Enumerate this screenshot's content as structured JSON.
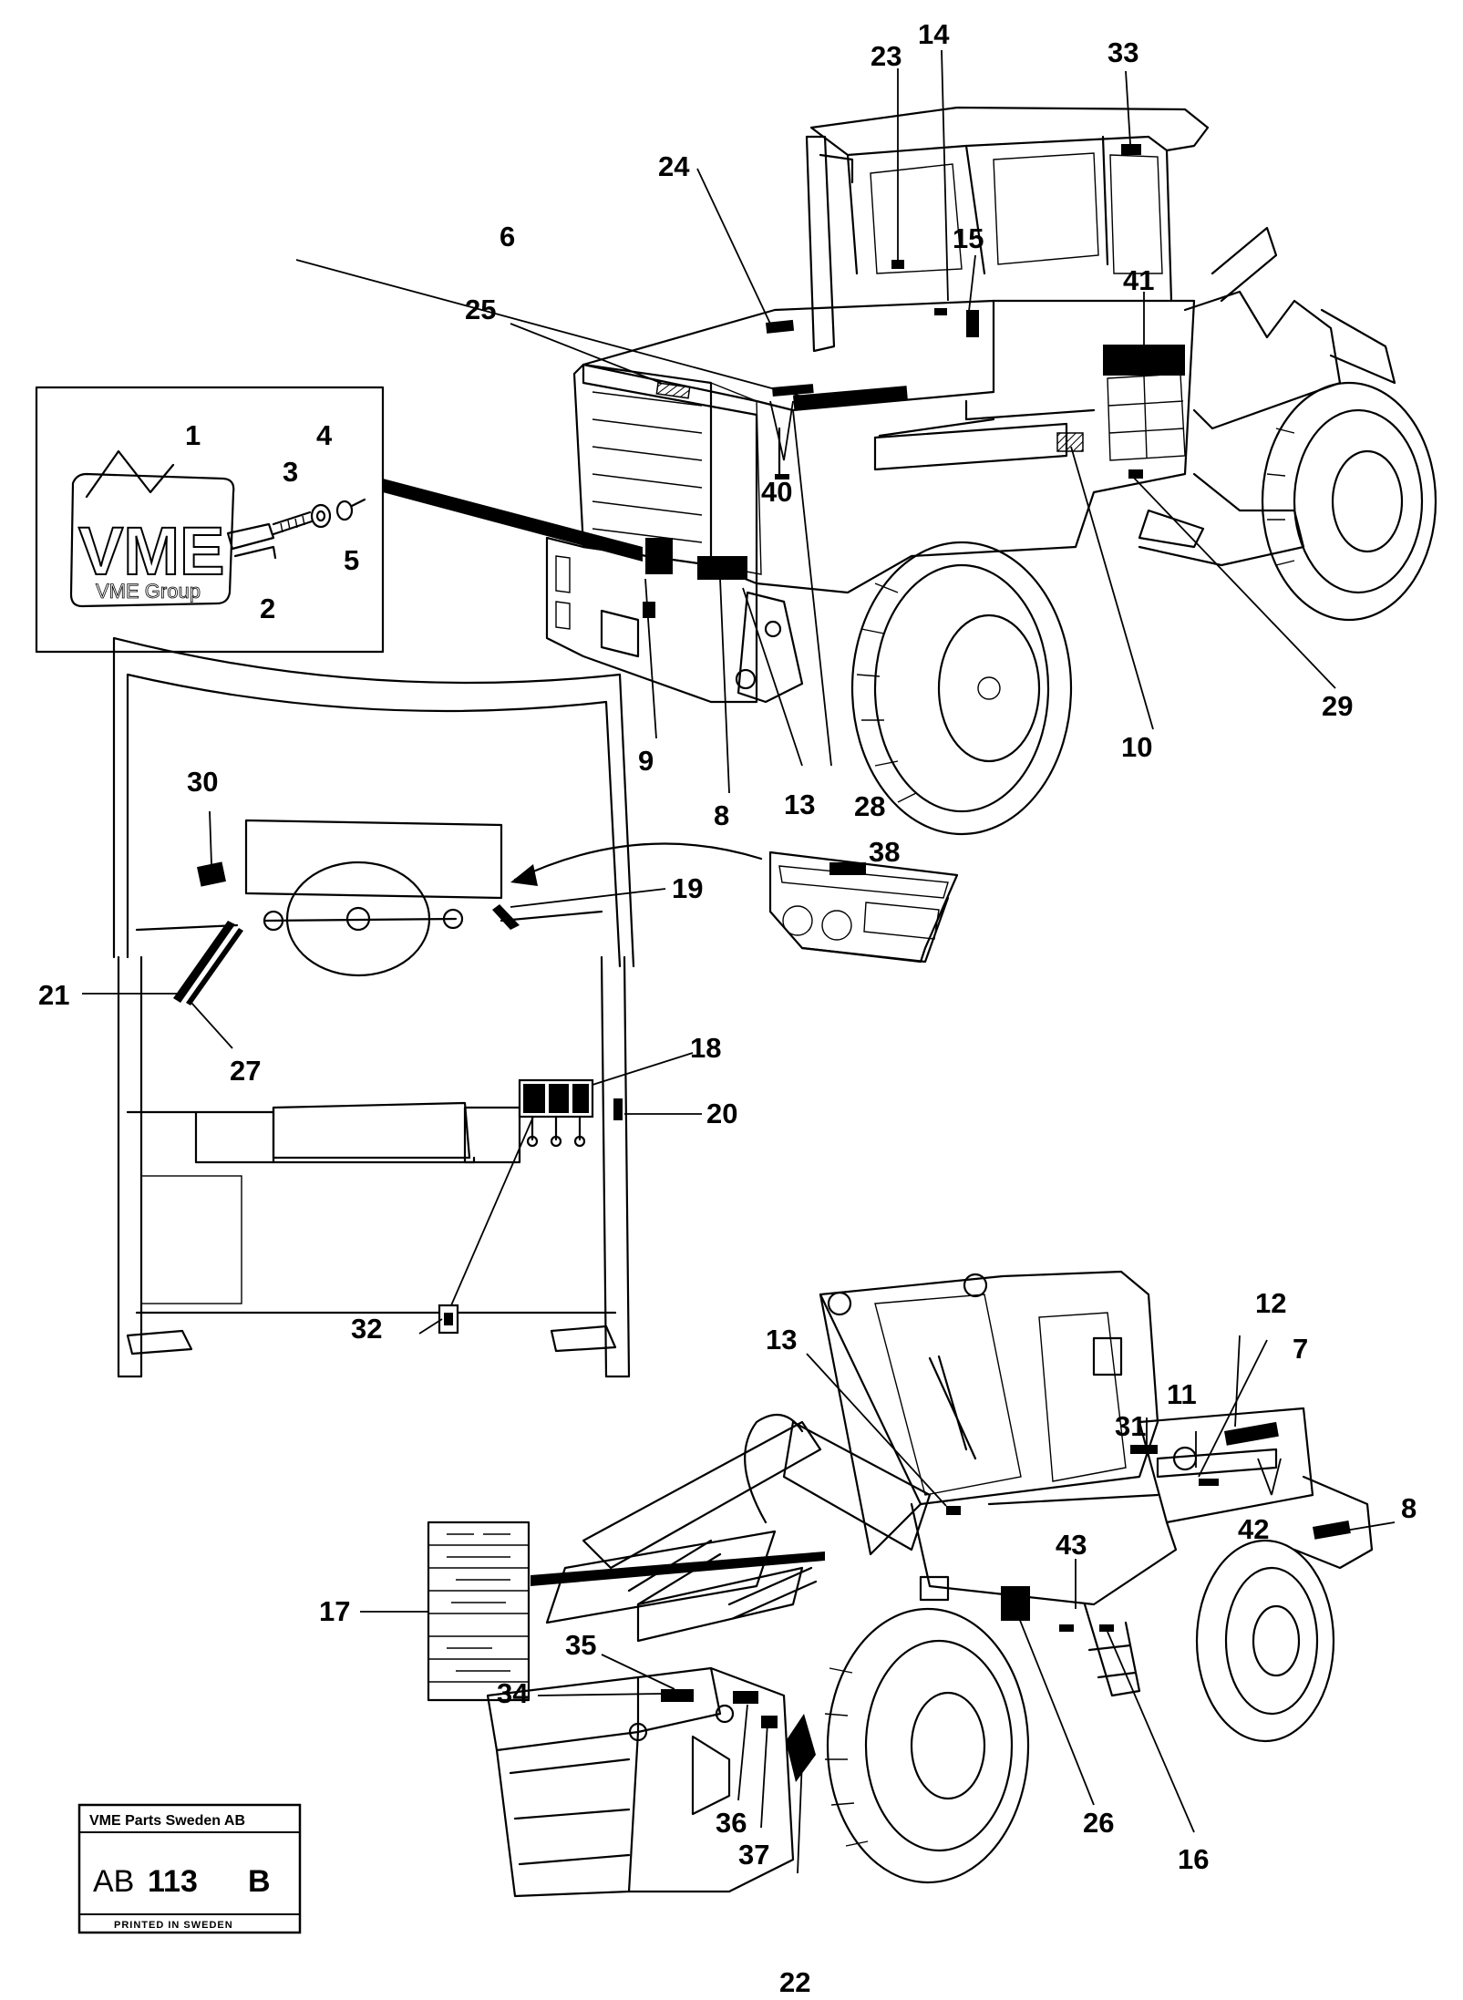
{
  "labels": {
    "l1": "1",
    "l2": "2",
    "l3": "3",
    "l4": "4",
    "l5": "5",
    "l6": "6",
    "l7": "7",
    "l8": "8",
    "l8b": "8",
    "l9": "9",
    "l10": "10",
    "l11": "11",
    "l12": "12",
    "l13": "13",
    "l13b": "13",
    "l14": "14",
    "l15": "15",
    "l16": "16",
    "l17": "17",
    "l18": "18",
    "l19": "19",
    "l20": "20",
    "l21": "21",
    "l22": "22",
    "l23": "23",
    "l24": "24",
    "l25": "25",
    "l26": "26",
    "l27": "27",
    "l28": "28",
    "l29": "29",
    "l30": "30",
    "l31": "31",
    "l32": "32",
    "l33": "33",
    "l34": "34",
    "l35": "35",
    "l36": "36",
    "l37": "37",
    "l38": "38",
    "l40": "40",
    "l41": "41",
    "l42": "42",
    "l43": "43"
  },
  "logo": {
    "mark": "VME",
    "sub": "VME Group"
  },
  "title_box": {
    "company": "VME Parts Sweden AB",
    "code_prefix": "AB",
    "code_number": "113",
    "code_suffix": "B",
    "footer": "PRINTED IN SWEDEN"
  }
}
